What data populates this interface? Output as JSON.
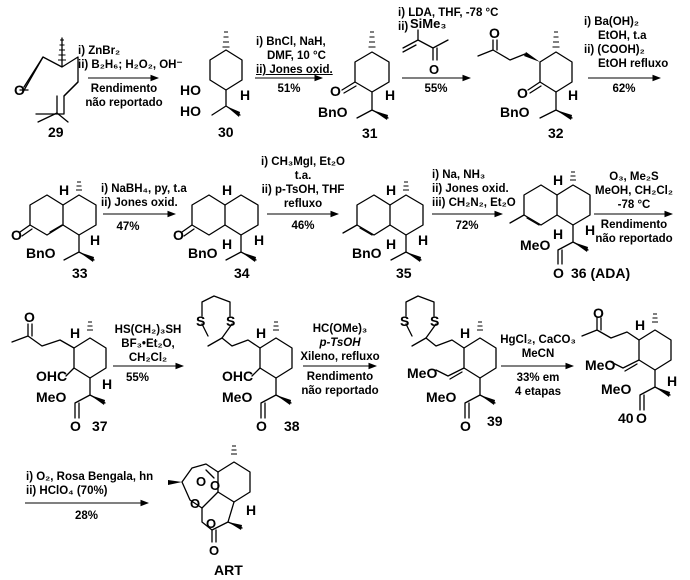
{
  "title": "Síntese de artemisinina (ART)",
  "compounds": {
    "c29": "29",
    "c30": "30",
    "c31": "31",
    "c32": "32",
    "c33": "33",
    "c34": "34",
    "c35": "35",
    "c36": "36 (ADA)",
    "c37": "37",
    "c38": "38",
    "c39": "39",
    "c40": "40",
    "art": "ART"
  },
  "atoms": {
    "O": "O",
    "HO": "HO",
    "H": "H",
    "BnO": "BnO",
    "MeO": "MeO",
    "OHC": "OHC",
    "S": "S",
    "SiMe3": "SiMe₃"
  },
  "steps": [
    {
      "from": "29",
      "to": "30",
      "lines": [
        "i) ZnBr₂",
        "ii) B₂H₆; H₂O₂, OH⁻"
      ],
      "yield_lines": [
        "Rendimento",
        "não reportado"
      ]
    },
    {
      "from": "30",
      "to": "31",
      "lines": [
        "i) BnCl, NaH,",
        "DMF, 10 °C",
        "ii) Jones oxid."
      ],
      "yield_lines": [
        "51%"
      ]
    },
    {
      "from": "31",
      "to": "32",
      "lines": [
        "i) LDA, THF, -78 °C",
        "ii)"
      ],
      "yield_lines": [
        "55%"
      ]
    },
    {
      "from": "32",
      "to": "33",
      "lines": [
        "i) Ba(OH)₂",
        "EtOH, t.a",
        "ii) (COOH)₂",
        "EtOH refluxo"
      ],
      "yield_lines": [
        "62%"
      ]
    },
    {
      "from": "33",
      "to": "34",
      "lines": [
        "i) NaBH₄, py, t.a",
        "ii) Jones oxid."
      ],
      "yield_lines": [
        "47%"
      ]
    },
    {
      "from": "34",
      "to": "35",
      "lines": [
        "i) CH₃MgI, Et₂O",
        "t.a.",
        "ii) p-TsOH, THF",
        "refluxo"
      ],
      "yield_lines": [
        "46%"
      ]
    },
    {
      "from": "35",
      "to": "36",
      "lines": [
        "i) Na, NH₃",
        "ii) Jones oxid.",
        "iii) CH₂N₂, Et₂O"
      ],
      "yield_lines": [
        "72%"
      ]
    },
    {
      "from": "36",
      "to": "37",
      "lines": [
        "O₃, Me₂S",
        "MeOH, CH₂Cl₂",
        "-78 °C"
      ],
      "yield_lines": [
        "Rendimento",
        "não reportado"
      ]
    },
    {
      "from": "37",
      "to": "38",
      "lines": [
        "HS(CH₂)₃SH",
        "BF₃•Et₂O,",
        "CH₂Cl₂"
      ],
      "yield_lines": [
        "55%"
      ]
    },
    {
      "from": "38",
      "to": "39",
      "lines": [
        "HC(OMe)₃",
        "p-TsOH",
        "Xileno, refluxo"
      ],
      "yield_lines": [
        "Rendimento",
        "não reportado"
      ]
    },
    {
      "from": "39",
      "to": "40",
      "lines": [
        "HgCl₂, CaCO₃",
        "MeCN"
      ],
      "yield_lines": [
        "33% em",
        "4 etapas"
      ]
    },
    {
      "from": "40",
      "to": "ART",
      "lines": [
        "i) O₂, Rosa Bengala, hn",
        "ii) HClO₄ (70%)"
      ],
      "yield_lines": [
        "28%"
      ]
    }
  ]
}
